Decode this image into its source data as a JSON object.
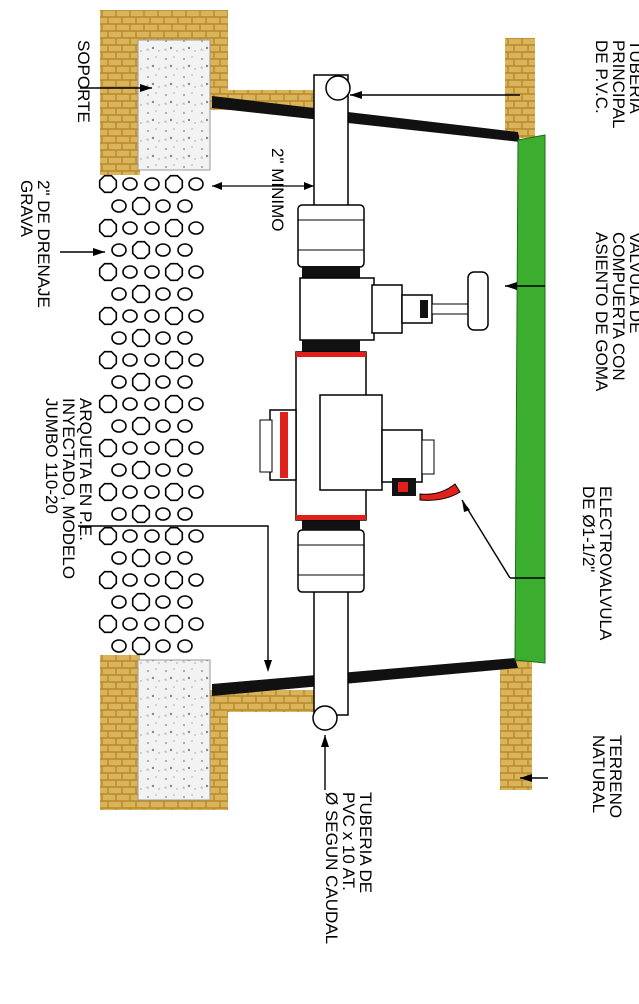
{
  "colors": {
    "soil": "#d9b45a",
    "soil_dark": "#b88a2a",
    "concrete": "#f2f2f2",
    "lid": "#3cae2f",
    "pvc": "#ffffff",
    "line": "#000000",
    "red_band": "#e0201b"
  },
  "labels": {
    "tuberia_principal": [
      "TUBERIA",
      "PRINCIPAL",
      "DE P.V.C."
    ],
    "valvula": [
      "VALVULA DE",
      "COMPUERTA CON",
      "ASIENTO DE GOMA"
    ],
    "electrovalvula": [
      "ELECTROVALVULA",
      "DE Ø1-1/2\""
    ],
    "terreno": [
      "TERRENO",
      "NATURAL"
    ],
    "tuberia_pvc": [
      "TUBERIA DE",
      "PVC x 10 AT.",
      "Ø SEGUN CAUDAL"
    ],
    "arqueta": [
      "ARQUETA EN P.E.",
      "INYECTADO, MODELO",
      "JUMBO 110-20"
    ],
    "grava": [
      "2\" DE DRENAJE",
      "GRAVA"
    ],
    "soporte": [
      "SOPORTE"
    ],
    "minimo": [
      "2\" MINIMO"
    ]
  }
}
